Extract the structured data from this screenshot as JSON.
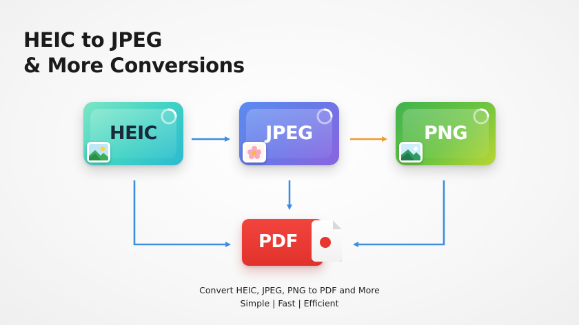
{
  "title": {
    "line1": "HEIC to JPEG",
    "line2": "& More Conversions"
  },
  "formats": {
    "heic": {
      "label": "HEIC",
      "thumb_icon": "landscape-image-icon"
    },
    "jpeg": {
      "label": "JPEG",
      "thumb_icon": "flower-image-icon"
    },
    "png": {
      "label": "PNG",
      "thumb_icon": "landscape-image-icon"
    },
    "pdf": {
      "label": "PDF",
      "doc_icon": "pdf-document-icon"
    }
  },
  "captions": {
    "line1": "Convert HEIC, JPEG, PNG to PDF and More",
    "line2": "Simple | Fast | Efficient"
  },
  "colors": {
    "arrow_blue": "#3b8ee0",
    "arrow_orange": "#f39a2c",
    "pdf_red": "#e8372f"
  }
}
